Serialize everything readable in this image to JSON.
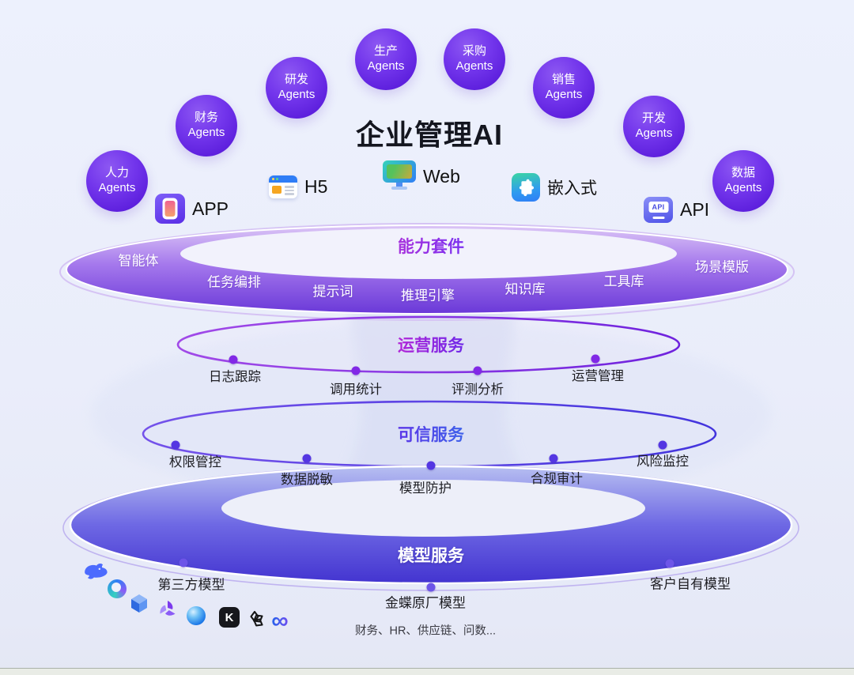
{
  "title": "企业管理AI",
  "agents": [
    {
      "id": "hr",
      "line1": "人力",
      "line2": "Agents"
    },
    {
      "id": "finance",
      "line1": "财务",
      "line2": "Agents"
    },
    {
      "id": "rd",
      "line1": "研发",
      "line2": "Agents"
    },
    {
      "id": "production",
      "line1": "生产",
      "line2": "Agents"
    },
    {
      "id": "procurement",
      "line1": "采购",
      "line2": "Agents"
    },
    {
      "id": "sales",
      "line1": "销售",
      "line2": "Agents"
    },
    {
      "id": "dev",
      "line1": "开发",
      "line2": "Agents"
    },
    {
      "id": "data",
      "line1": "数据",
      "line2": "Agents"
    }
  ],
  "channels": [
    {
      "label": "APP",
      "icon": "app-icon"
    },
    {
      "label": "H5",
      "icon": "h5-icon"
    },
    {
      "label": "Web",
      "icon": "web-icon"
    },
    {
      "label": "嵌入式",
      "icon": "puzzle-icon"
    },
    {
      "label": "API",
      "icon": "api-icon"
    }
  ],
  "icon_texts": {
    "api": "API",
    "kimi": "K"
  },
  "layers": [
    {
      "title": "能力套件",
      "items": [
        "智能体",
        "任务编排",
        "提示词",
        "推理引擎",
        "知识库",
        "工具库",
        "场景模版"
      ]
    },
    {
      "title": "运营服务",
      "items": [
        "日志跟踪",
        "调用统计",
        "评测分析",
        "运营管理"
      ]
    },
    {
      "title": "可信服务",
      "items": [
        "权限管控",
        "数据脱敏",
        "模型防护",
        "合规审计",
        "风险监控"
      ]
    },
    {
      "title": "模型服务",
      "items": [
        "第三方模型",
        "金蝶原厂模型",
        "客户自有模型"
      ],
      "caption": "财务、HR、供应链、问数..."
    }
  ],
  "model_logos": [
    "deepseek",
    "hunyuan",
    "cube-model",
    "pinwheel-model",
    "spark",
    "kimi",
    "openai",
    "meta"
  ],
  "colors": {
    "agent_bubble": "#6225e6",
    "capability_ring_top": "#d7c0f4",
    "capability_ring_bottom": "#6a38d8",
    "operation_stroke": "#8128e6",
    "trust_stroke": "#5436e2",
    "model_ring_top": "#b4bcf0",
    "model_ring_bottom": "#4334d0",
    "background": "#eaedfa",
    "title_text": "#14161f"
  }
}
